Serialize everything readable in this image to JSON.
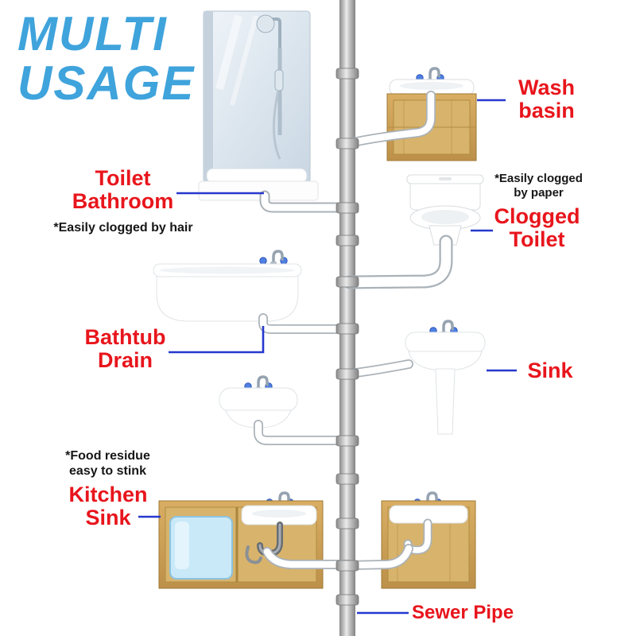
{
  "title": {
    "line1": "MULTI",
    "line2": "USAGE"
  },
  "callouts": {
    "toilet_bathroom": {
      "line1": "Toilet",
      "line2": "Bathroom",
      "note": "*Easily clogged by hair"
    },
    "wash_basin": {
      "line1": "Wash",
      "line2": "basin"
    },
    "clogged_toilet": {
      "note_line1": "*Easily clogged",
      "note_line2": "by paper",
      "line1": "Clogged",
      "line2": "Toilet"
    },
    "bathtub_drain": {
      "line1": "Bathtub",
      "line2": "Drain"
    },
    "sink": {
      "label": "Sink"
    },
    "kitchen_sink": {
      "note_line1": "*Food residue",
      "note_line2": "easy to stink",
      "line1": "Kitchen",
      "line2": "Sink"
    },
    "sewer_pipe": {
      "label": "Sewer Pipe"
    }
  },
  "colors": {
    "title_blue": "#3FA3DC",
    "label_red": "#E8151C",
    "note_black": "#161616",
    "pointer_blue": "#2638CE",
    "pipe_gray": "#A9A9A9",
    "wood_tan": "#C99E58",
    "water_blue": "#C9E9F8"
  }
}
